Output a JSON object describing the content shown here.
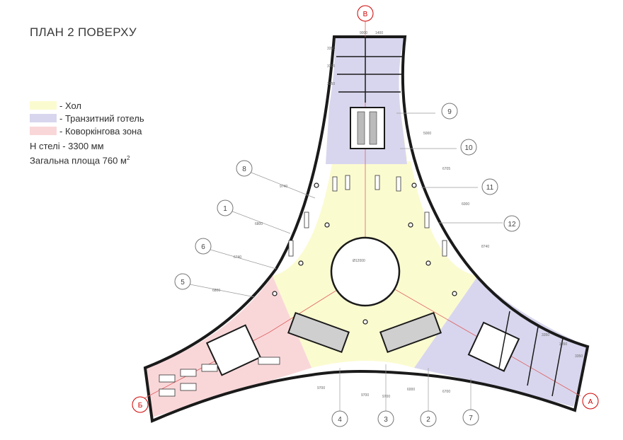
{
  "title": "ПЛАН 2 ПОВЕРХУ",
  "legend": [
    {
      "label": "- Хол",
      "color": "#fbfbd0"
    },
    {
      "label": "- Транзитний готель",
      "color": "#d8d6ee"
    },
    {
      "label": "- Коворкінгова зона",
      "color": "#f9d7d9"
    }
  ],
  "notes": {
    "ceiling": "Н стелі - 3300 мм",
    "area": "Загальна площа 760 м",
    "area_unit_sup": "2"
  },
  "axes": {
    "letters": [
      "В",
      "Б",
      "А"
    ],
    "numbers": [
      "9",
      "10",
      "11",
      "12",
      "8",
      "1",
      "6",
      "5",
      "4",
      "3",
      "2",
      "7"
    ]
  },
  "dimensions": [
    "9000",
    "1400",
    "3350",
    "3350",
    "3350",
    "5000",
    "6705",
    "6000",
    "8740",
    "9740",
    "6800",
    "6740",
    "6800",
    "9700",
    "9700",
    "6000",
    "6700",
    "9700",
    "3350",
    "3350",
    "3350",
    "Ø12000"
  ],
  "colors": {
    "wall": "#1a1a1a",
    "axis_red": "#d00000",
    "grid_line": "#9a9a9a"
  }
}
